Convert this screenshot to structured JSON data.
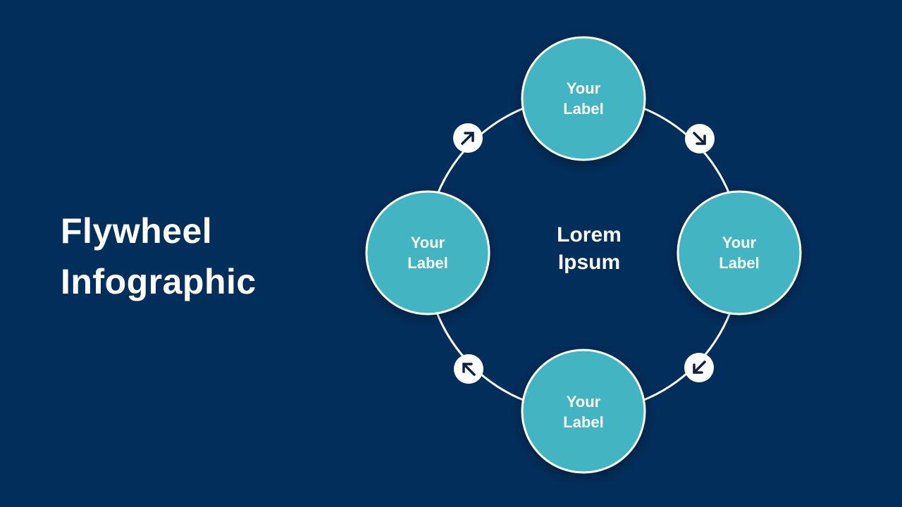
{
  "title": {
    "line1": "Flywheel",
    "line2": "Infographic"
  },
  "center": {
    "line1": "Lorem",
    "line2": "Ipsum"
  },
  "nodes": [
    {
      "line1": "Your",
      "line2": "Label"
    },
    {
      "line1": "Your",
      "line2": "Label"
    },
    {
      "line1": "Your",
      "line2": "Label"
    },
    {
      "line1": "Your",
      "line2": "Label"
    }
  ],
  "arrows": [
    "arrow-up-right-icon",
    "arrow-down-right-icon",
    "arrow-down-left-icon",
    "arrow-up-left-icon"
  ],
  "colors": {
    "background": "#022e5b",
    "node_fill": "#42b4c2",
    "ring": "#ffffff",
    "arrow": "#0d1f45"
  }
}
